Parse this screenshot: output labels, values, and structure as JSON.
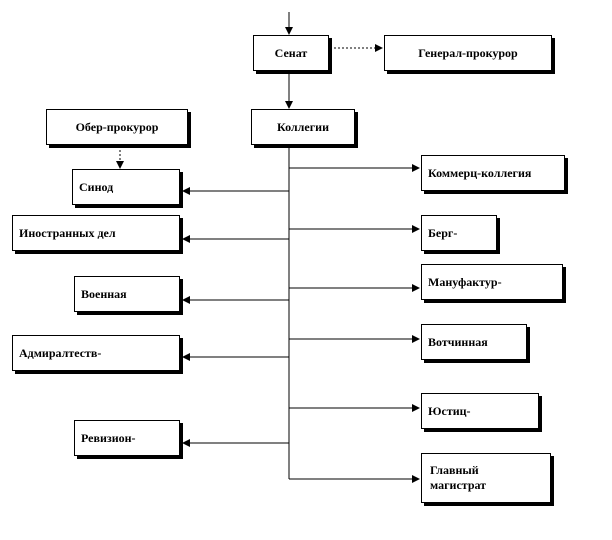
{
  "boxes": {
    "senate": "Сенат",
    "prosecutor_general": "Генерал-прокурор",
    "ober_prosecutor": "Обер-прокурор",
    "collegia": "Коллегии",
    "synod": "Синод",
    "foreign": "Иностранных дел",
    "military": "Военная",
    "admiralty": "Адмиралтеств-",
    "revision": "Ревизион-",
    "commerce": "Коммерц-коллегия",
    "berg": "Берг-",
    "manufactur": "Мануфактур-",
    "votchina": "Вотчинная",
    "justice": "Юстиц-",
    "magistrate": "Главный магистрат"
  }
}
